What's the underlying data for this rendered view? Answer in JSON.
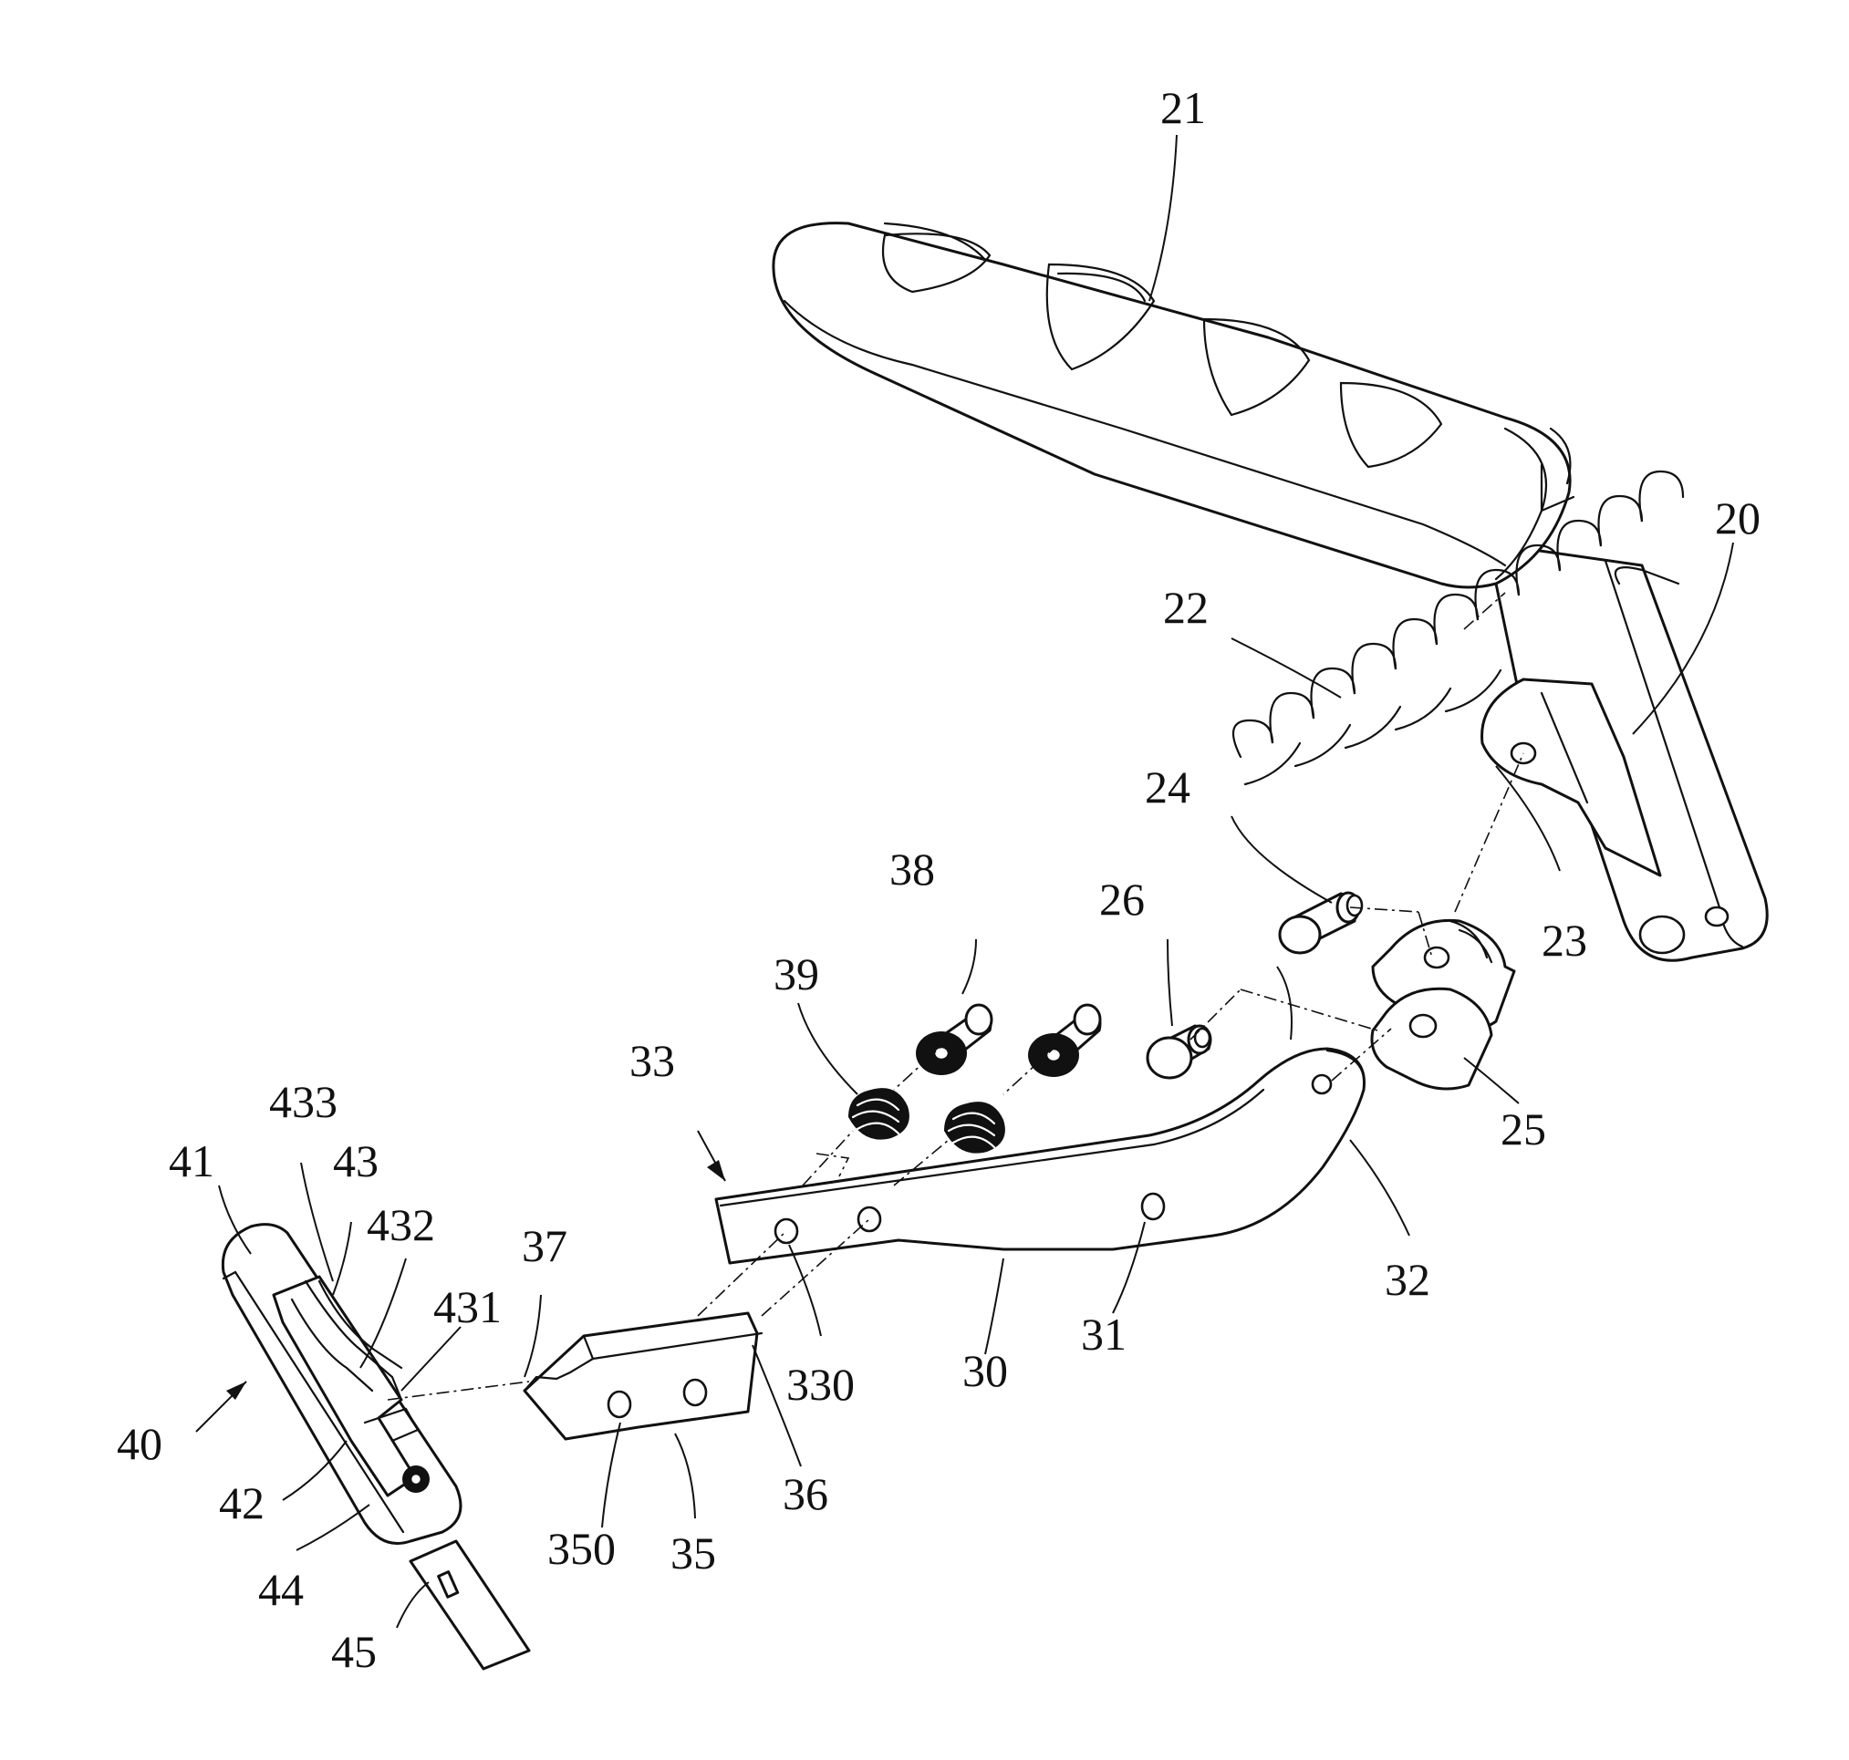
{
  "figure": {
    "description_labels": {
      "l20": "20",
      "l21": "21",
      "l22": "22",
      "l23": "23",
      "l24": "24",
      "l25": "25",
      "l26": "26",
      "l30": "30",
      "l31": "31",
      "l32": "32",
      "l33": "33",
      "l35": "35",
      "l36": "36",
      "l37": "37",
      "l38": "38",
      "l39": "39",
      "l40": "40",
      "l41": "41",
      "l42": "42",
      "l43": "43",
      "l44": "44",
      "l45": "45",
      "l330": "330",
      "l350": "350",
      "l431": "431",
      "l432": "432",
      "l433": "433"
    }
  },
  "colors": {
    "ink": "#111111",
    "paper": "#ffffff"
  }
}
